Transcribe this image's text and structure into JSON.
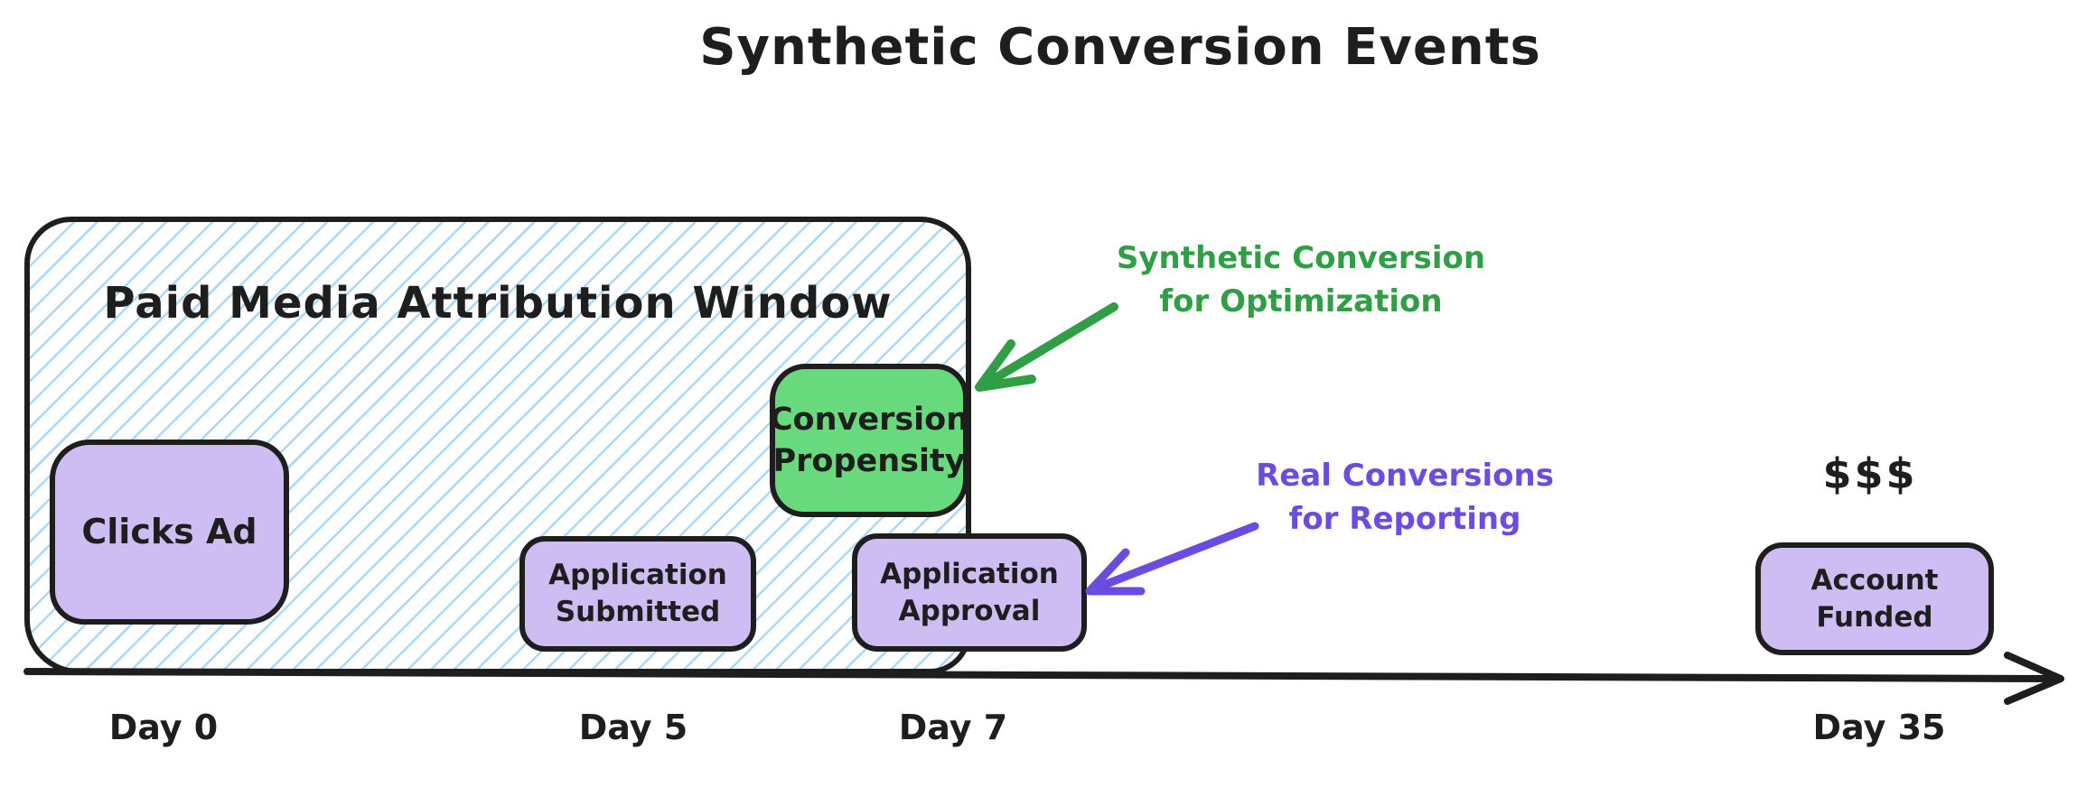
{
  "title": "Synthetic Conversion Events",
  "attribution_window": {
    "label": "Paid Media Attribution Window"
  },
  "events": [
    {
      "id": "clicks-ad",
      "label": "Clicks Ad",
      "color": "#cdbdf2"
    },
    {
      "id": "application-submitted",
      "label": "Application Submitted",
      "color": "#cdbdf2"
    },
    {
      "id": "conversion-propensity",
      "label": "Conversion Propensity",
      "color": "#69d97e"
    },
    {
      "id": "application-approval",
      "label": "Application Approval",
      "color": "#cdbdf2"
    },
    {
      "id": "account-funded",
      "label": "Account Funded",
      "color": "#cdbdf2"
    }
  ],
  "annotations": {
    "synthetic": {
      "line1": "Synthetic Conversion",
      "line2": "for Optimization"
    },
    "real": {
      "line1": "Real Conversions",
      "line2": "for Reporting"
    },
    "money": "$$$"
  },
  "timeline": {
    "ticks": [
      "Day 0",
      "Day 5",
      "Day 7",
      "Day 35"
    ]
  },
  "colors": {
    "ink": "#1e1e1e",
    "purple_fill": "#cdbdf2",
    "green_fill": "#69d97e",
    "hatch_blue": "#a9d9f7",
    "green_annotation": "#2f9e44",
    "purple_annotation": "#6b4ce0",
    "background": "#ffffff"
  }
}
